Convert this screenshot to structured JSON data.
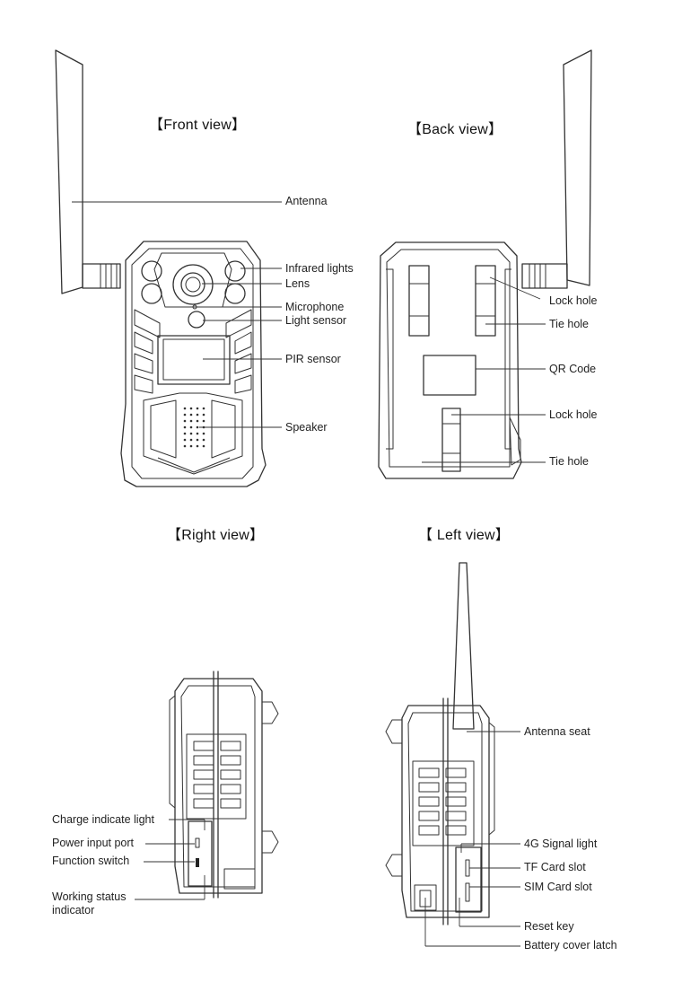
{
  "views": {
    "front": "【Front view】",
    "back": "【Back view】",
    "right": "【Right view】",
    "left": "【 Left view】"
  },
  "front_labels": {
    "antenna": "Antenna",
    "infrared_lights": "Infrared lights",
    "lens": "Lens",
    "microphone": "Microphone",
    "light_sensor": "Light sensor",
    "pir_sensor": "PIR sensor",
    "speaker": "Speaker"
  },
  "back_labels": {
    "lock_hole_top": "Lock hole",
    "tie_hole_top": "Tie hole",
    "qr_code": "QR Code",
    "lock_hole_bottom": "Lock hole",
    "tie_hole_bottom": "Tie hole"
  },
  "right_labels": {
    "charge_indicate_light": "Charge indicate light",
    "power_input_port": "Power input port",
    "function_switch": "Function switch",
    "working_status_line1": "Working status",
    "working_status_line2": "indicator"
  },
  "left_labels": {
    "antenna_seat": "Antenna seat",
    "signal_light_4g": "4G Signal light",
    "tf_card_slot": "TF Card slot",
    "sim_card_slot": "SIM Card slot",
    "reset_key": "Reset key",
    "battery_cover_latch": "Battery cover latch"
  }
}
